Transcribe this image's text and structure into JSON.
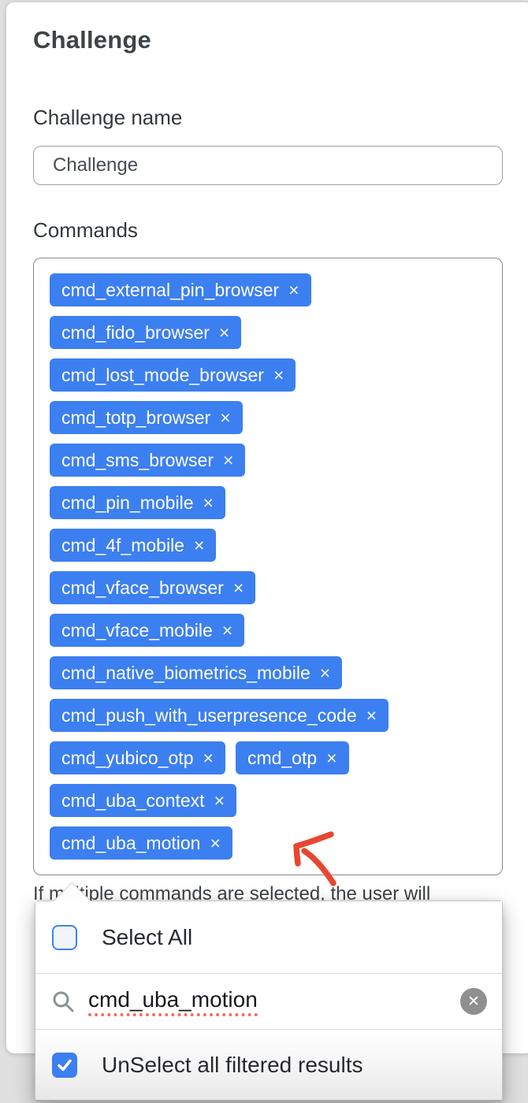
{
  "page": {
    "title": "Challenge",
    "background_color": "#dfdfdf"
  },
  "form": {
    "name_label": "Challenge name",
    "name_value": "Challenge",
    "commands_label": "Commands",
    "help_text": "If multiple commands are selected, the user will"
  },
  "commands": {
    "chip_color": "#3c7ff0",
    "remove_glyph": "×",
    "rows": [
      [
        "cmd_external_pin_browser"
      ],
      [
        "cmd_fido_browser"
      ],
      [
        "cmd_lost_mode_browser"
      ],
      [
        "cmd_totp_browser"
      ],
      [
        "cmd_sms_browser"
      ],
      [
        "cmd_pin_mobile"
      ],
      [
        "cmd_4f_mobile"
      ],
      [
        "cmd_vface_browser"
      ],
      [
        "cmd_vface_mobile"
      ],
      [
        "cmd_native_biometrics_mobile"
      ],
      [
        "cmd_push_with_userpresence_code"
      ],
      [
        "cmd_yubico_otp",
        "cmd_otp"
      ],
      [
        "cmd_uba_context"
      ],
      [
        "cmd_uba_motion"
      ]
    ]
  },
  "dropdown": {
    "select_all": {
      "label": "Select All",
      "checked": false
    },
    "search": {
      "value": "cmd_uba_motion",
      "clear_glyph": "✕"
    },
    "unselect_filtered": {
      "label": "UnSelect all filtered results",
      "checked": true
    },
    "checkbox_color": "#3c7ff0"
  },
  "annotation": {
    "arrow_color": "#e8472f"
  }
}
